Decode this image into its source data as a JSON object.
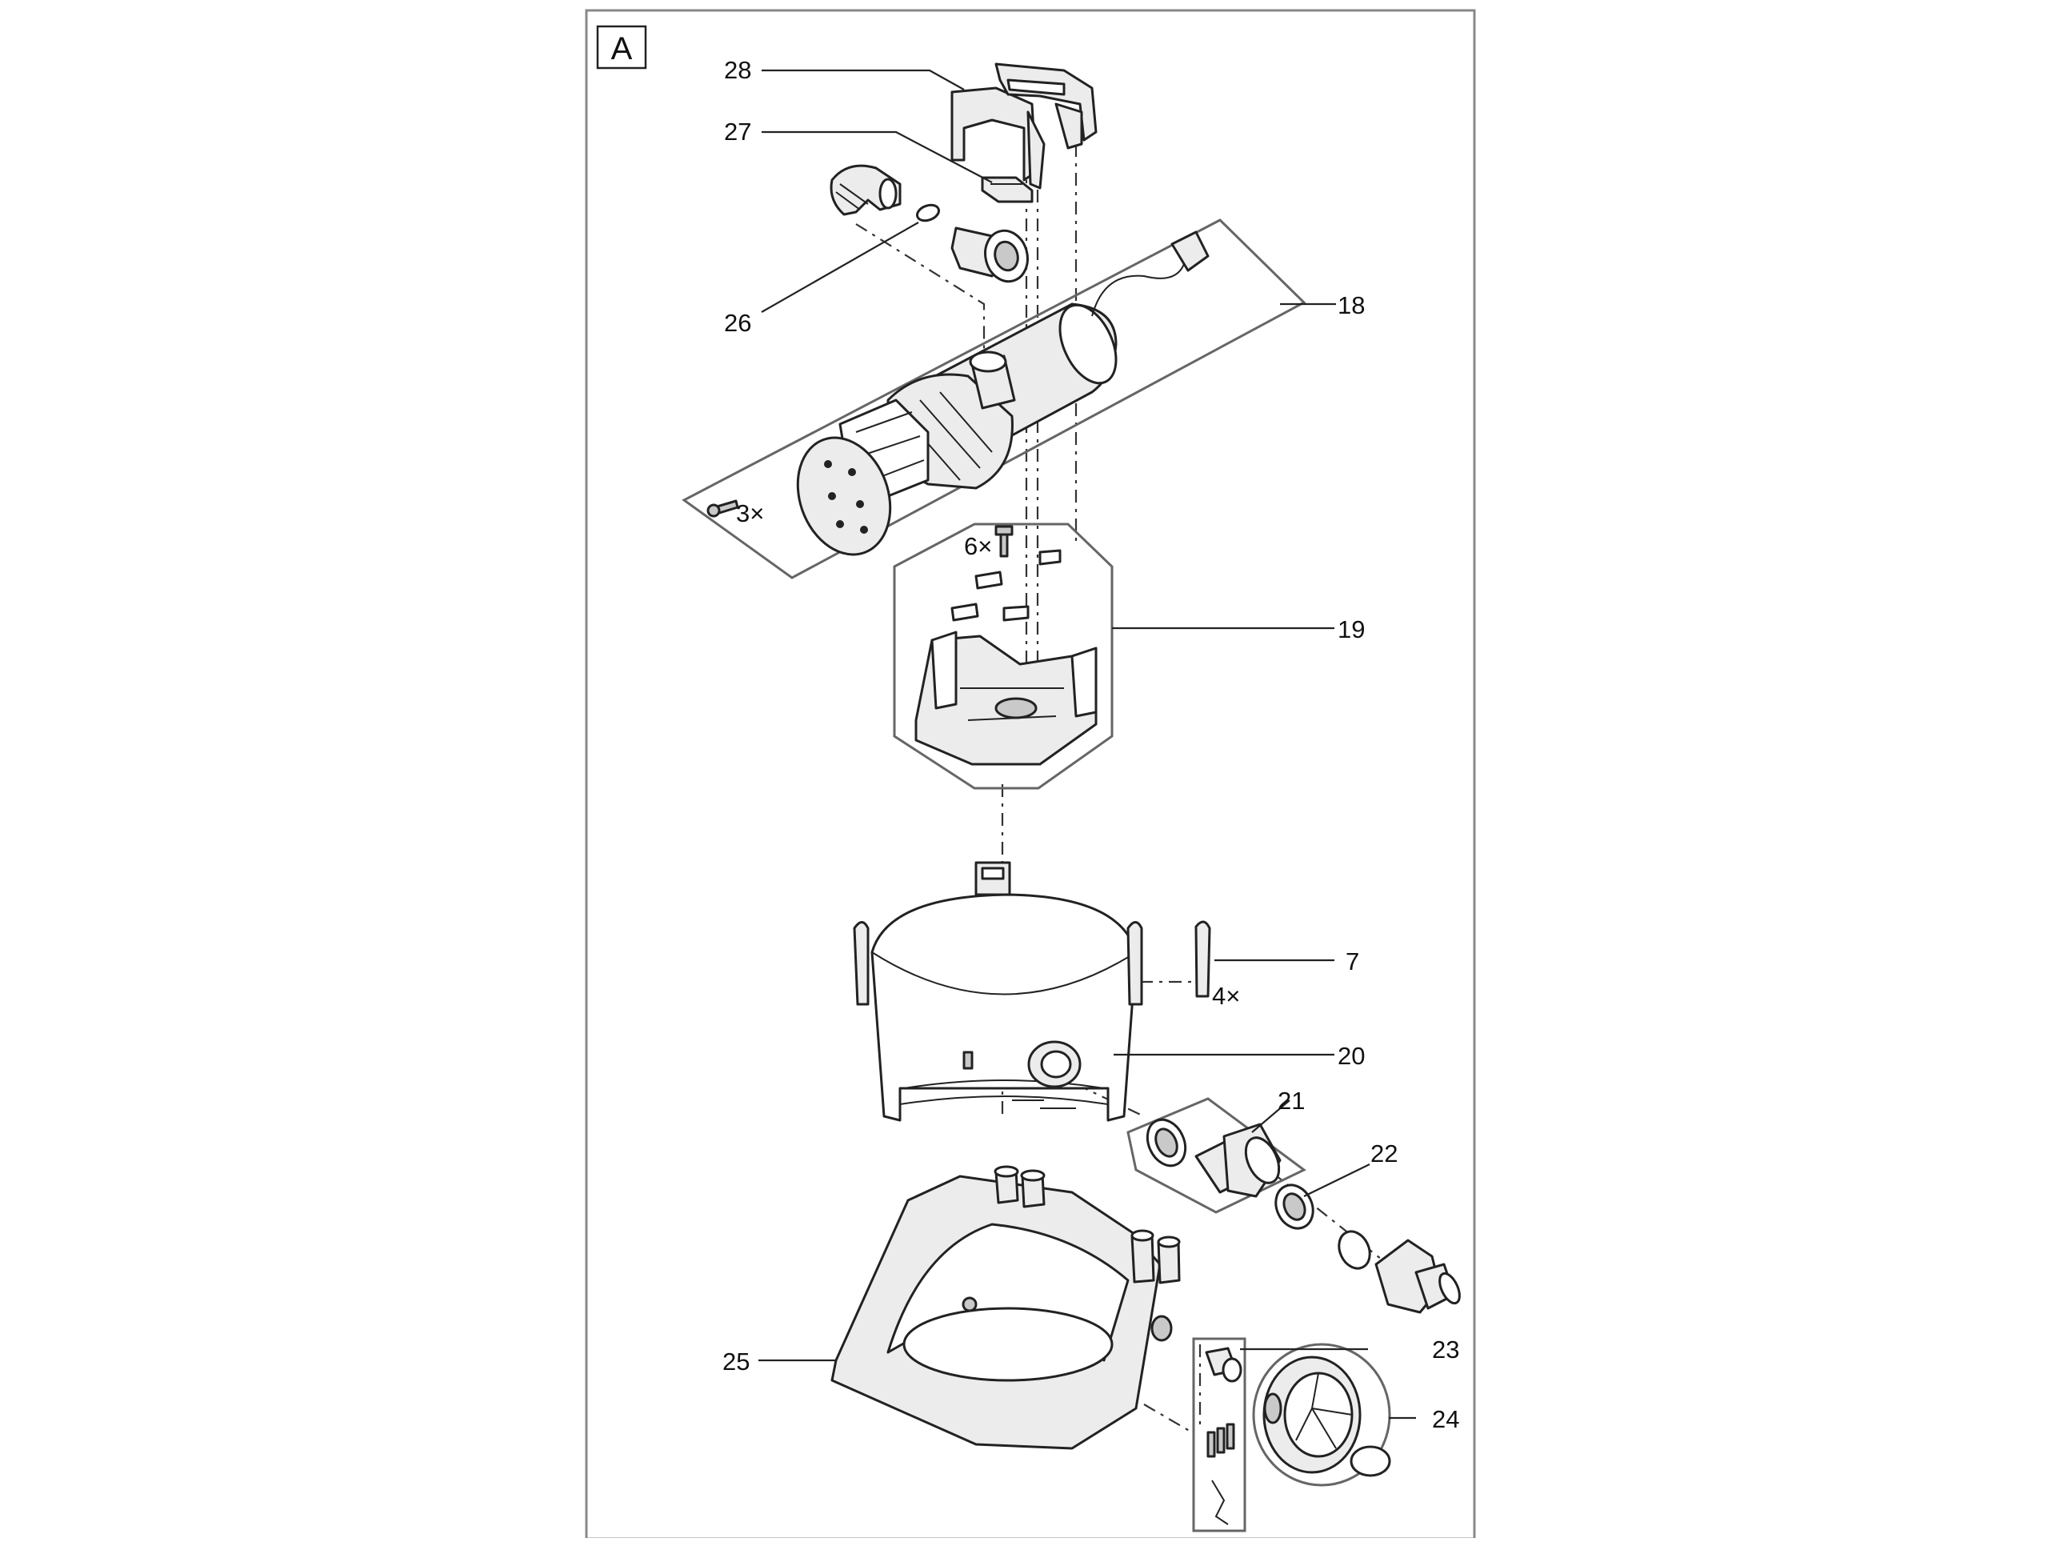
{
  "figure": {
    "panel_letter": "A",
    "callouts": [
      {
        "id": "28",
        "text": "28"
      },
      {
        "id": "27",
        "text": "27"
      },
      {
        "id": "26",
        "text": "26"
      },
      {
        "id": "18",
        "text": "18"
      },
      {
        "id": "19",
        "text": "19"
      },
      {
        "id": "7",
        "text": "7"
      },
      {
        "id": "20",
        "text": "20"
      },
      {
        "id": "21",
        "text": "21"
      },
      {
        "id": "22",
        "text": "22"
      },
      {
        "id": "23",
        "text": "23"
      },
      {
        "id": "24",
        "text": "24"
      },
      {
        "id": "25",
        "text": "25"
      }
    ],
    "quantities": {
      "screws_18": "3×",
      "screws_19": "6×",
      "clips_7": "4×"
    }
  }
}
